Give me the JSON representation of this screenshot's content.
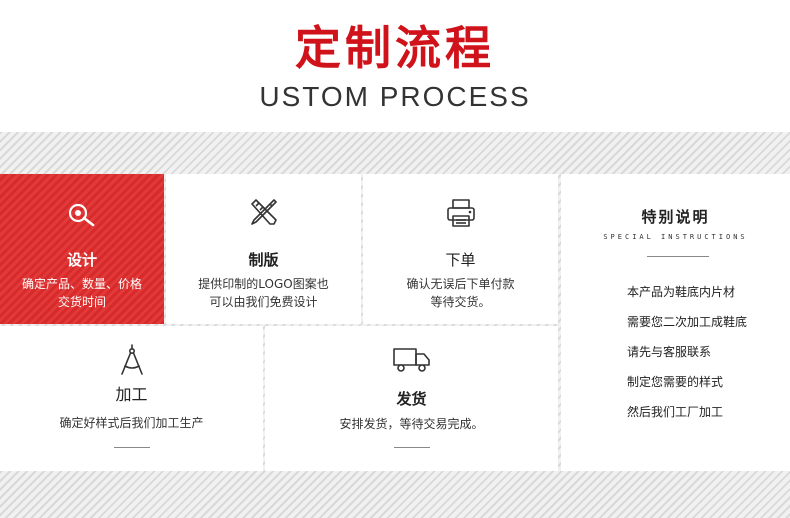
{
  "header": {
    "title_cn": "定制流程",
    "title_en": "USTOM PROCESS"
  },
  "colors": {
    "brand_red": "#d0121a",
    "card_red": "#e23a3a"
  },
  "steps": [
    {
      "icon": "magnifier-icon",
      "title": "设计",
      "desc_line1": "确定产品、数量、价格",
      "desc_line2": "交货时间"
    },
    {
      "icon": "pencil-ruler-icon",
      "title": "制版",
      "desc_line1": "提供印制的LOGO图案也",
      "desc_line2": "可以由我们免费设计"
    },
    {
      "icon": "printer-icon",
      "title": "下单",
      "desc_line1": "确认无误后下单付款",
      "desc_line2": "等待交货。"
    },
    {
      "icon": "compass-icon",
      "title": "加工",
      "desc_line1": "确定好样式后我们加工生产"
    },
    {
      "icon": "truck-icon",
      "title": "发货",
      "desc_line1": "安排发货，等待交易完成。"
    }
  ],
  "special": {
    "title_cn": "特别说明",
    "title_en": "SPECIAL INSTRUCTIONS",
    "items": [
      "本产品为鞋底内片材",
      "需要您二次加工成鞋底",
      "请先与客服联系",
      "制定您需要的样式",
      "然后我们工厂加工"
    ]
  }
}
